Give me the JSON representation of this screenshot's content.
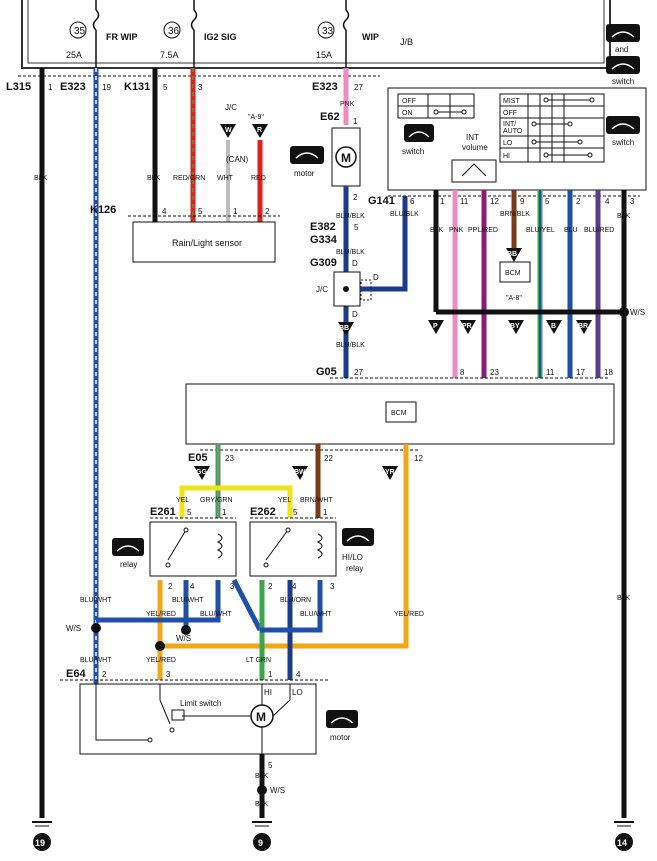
{
  "fuses": [
    {
      "num": "35",
      "amp": "25A",
      "name": "FR WIP"
    },
    {
      "num": "36",
      "amp": "7.5A",
      "name": "IG2 SIG"
    },
    {
      "num": "33",
      "amp": "15A",
      "name": "WIP"
    }
  ],
  "jb_label": "J/B",
  "connectors": {
    "L315": "L315",
    "E323": "E323",
    "K131": "K131",
    "E323b": "E323",
    "E62": "E62",
    "K126": "K126",
    "E382": "E382",
    "G334": "G334",
    "G141": "G141",
    "G309": "G309",
    "G05": "G05",
    "E05": "E05",
    "E261": "E261",
    "E262": "E262",
    "E64": "E64"
  },
  "pins": {
    "l315": "1",
    "e323": "19",
    "k131a": "5",
    "k131b": "3",
    "e323b": "27",
    "e62a": "1",
    "e62b": "2",
    "k126a": "4",
    "k126b": "5",
    "k126c": "1",
    "k126d": "2",
    "e382": "5",
    "g309a": "D",
    "g309b": "D",
    "g309c": "D",
    "g141": [
      "6",
      "1",
      "11",
      "12",
      "9",
      "5",
      "2",
      "4",
      "3"
    ],
    "g05": [
      "27",
      "8",
      "23",
      "11",
      "17",
      "18"
    ],
    "e05": [
      "23",
      "22",
      "12"
    ],
    "e261": [
      "5",
      "1",
      "2",
      "4",
      "3"
    ],
    "e262": [
      "5",
      "1",
      "2",
      "4",
      "3"
    ],
    "e64": [
      "2",
      "3",
      "1",
      "4",
      "5"
    ]
  },
  "wires": {
    "blk": "BLK",
    "pnk": "PNK",
    "redgrn": "RED/GRN",
    "wht": "WHT",
    "red": "RED",
    "blublk": "BLU/BLK",
    "ppl_red": "PPL/RED",
    "brnblk": "BRN/BLK",
    "bluyel": "BLU/YEL",
    "blu": "BLU",
    "blured": "BLU/RED",
    "bluwht": "BLU/WHT",
    "yel": "YEL",
    "grygrn": "GRY/GRN",
    "brnwht": "BRN/WHT",
    "yelred": "YEL/RED",
    "ltgrn": "LT GRN",
    "bluorn": "BLU/ORN",
    "can": "(CAN)",
    "ws": "W/S"
  },
  "labels": {
    "jc": "J/C",
    "a9": "\"A-9\"",
    "a8": "\"A-8\"",
    "rain_sensor": "Rain/Light sensor",
    "switch": "switch",
    "and": "and",
    "motor": "motor",
    "relay": "relay",
    "hilo": "HI/LO",
    "relay2": "relay",
    "int_volume": "INT\nvolume",
    "int": "INT",
    "volume": "volume",
    "bcm": "BCM",
    "limit_switch": "Limit switch",
    "hi": "HI",
    "lo": "LO",
    "m": "M"
  },
  "switch_table": {
    "left": [
      "OFF",
      "ON"
    ],
    "right": [
      "MIST",
      "OFF",
      "INT/\nAUTO",
      "LO",
      "HI"
    ]
  },
  "markers": {
    "w": "W",
    "r": "R",
    "bb1": "BB",
    "bb2": "BB",
    "p": "P",
    "pr": "PR",
    "by": "BY",
    "b": "B",
    "br": "BR",
    "gg": "GG",
    "bw": "BW",
    "yr": "YR"
  },
  "grounds": [
    "19",
    "9",
    "14"
  ],
  "colors": {
    "blk": "#111111",
    "blu": "#1f4fa8",
    "pnk": "#f08ac0",
    "red": "#e0201c",
    "wht": "#bdbdbd",
    "grn": "#3aa64a",
    "yel": "#f2e21a",
    "orange": "#f2a516",
    "purple": "#8b1a7a",
    "brn": "#7a3a17",
    "navy": "#1a3a8a",
    "ppl": "#5e3a8a"
  }
}
